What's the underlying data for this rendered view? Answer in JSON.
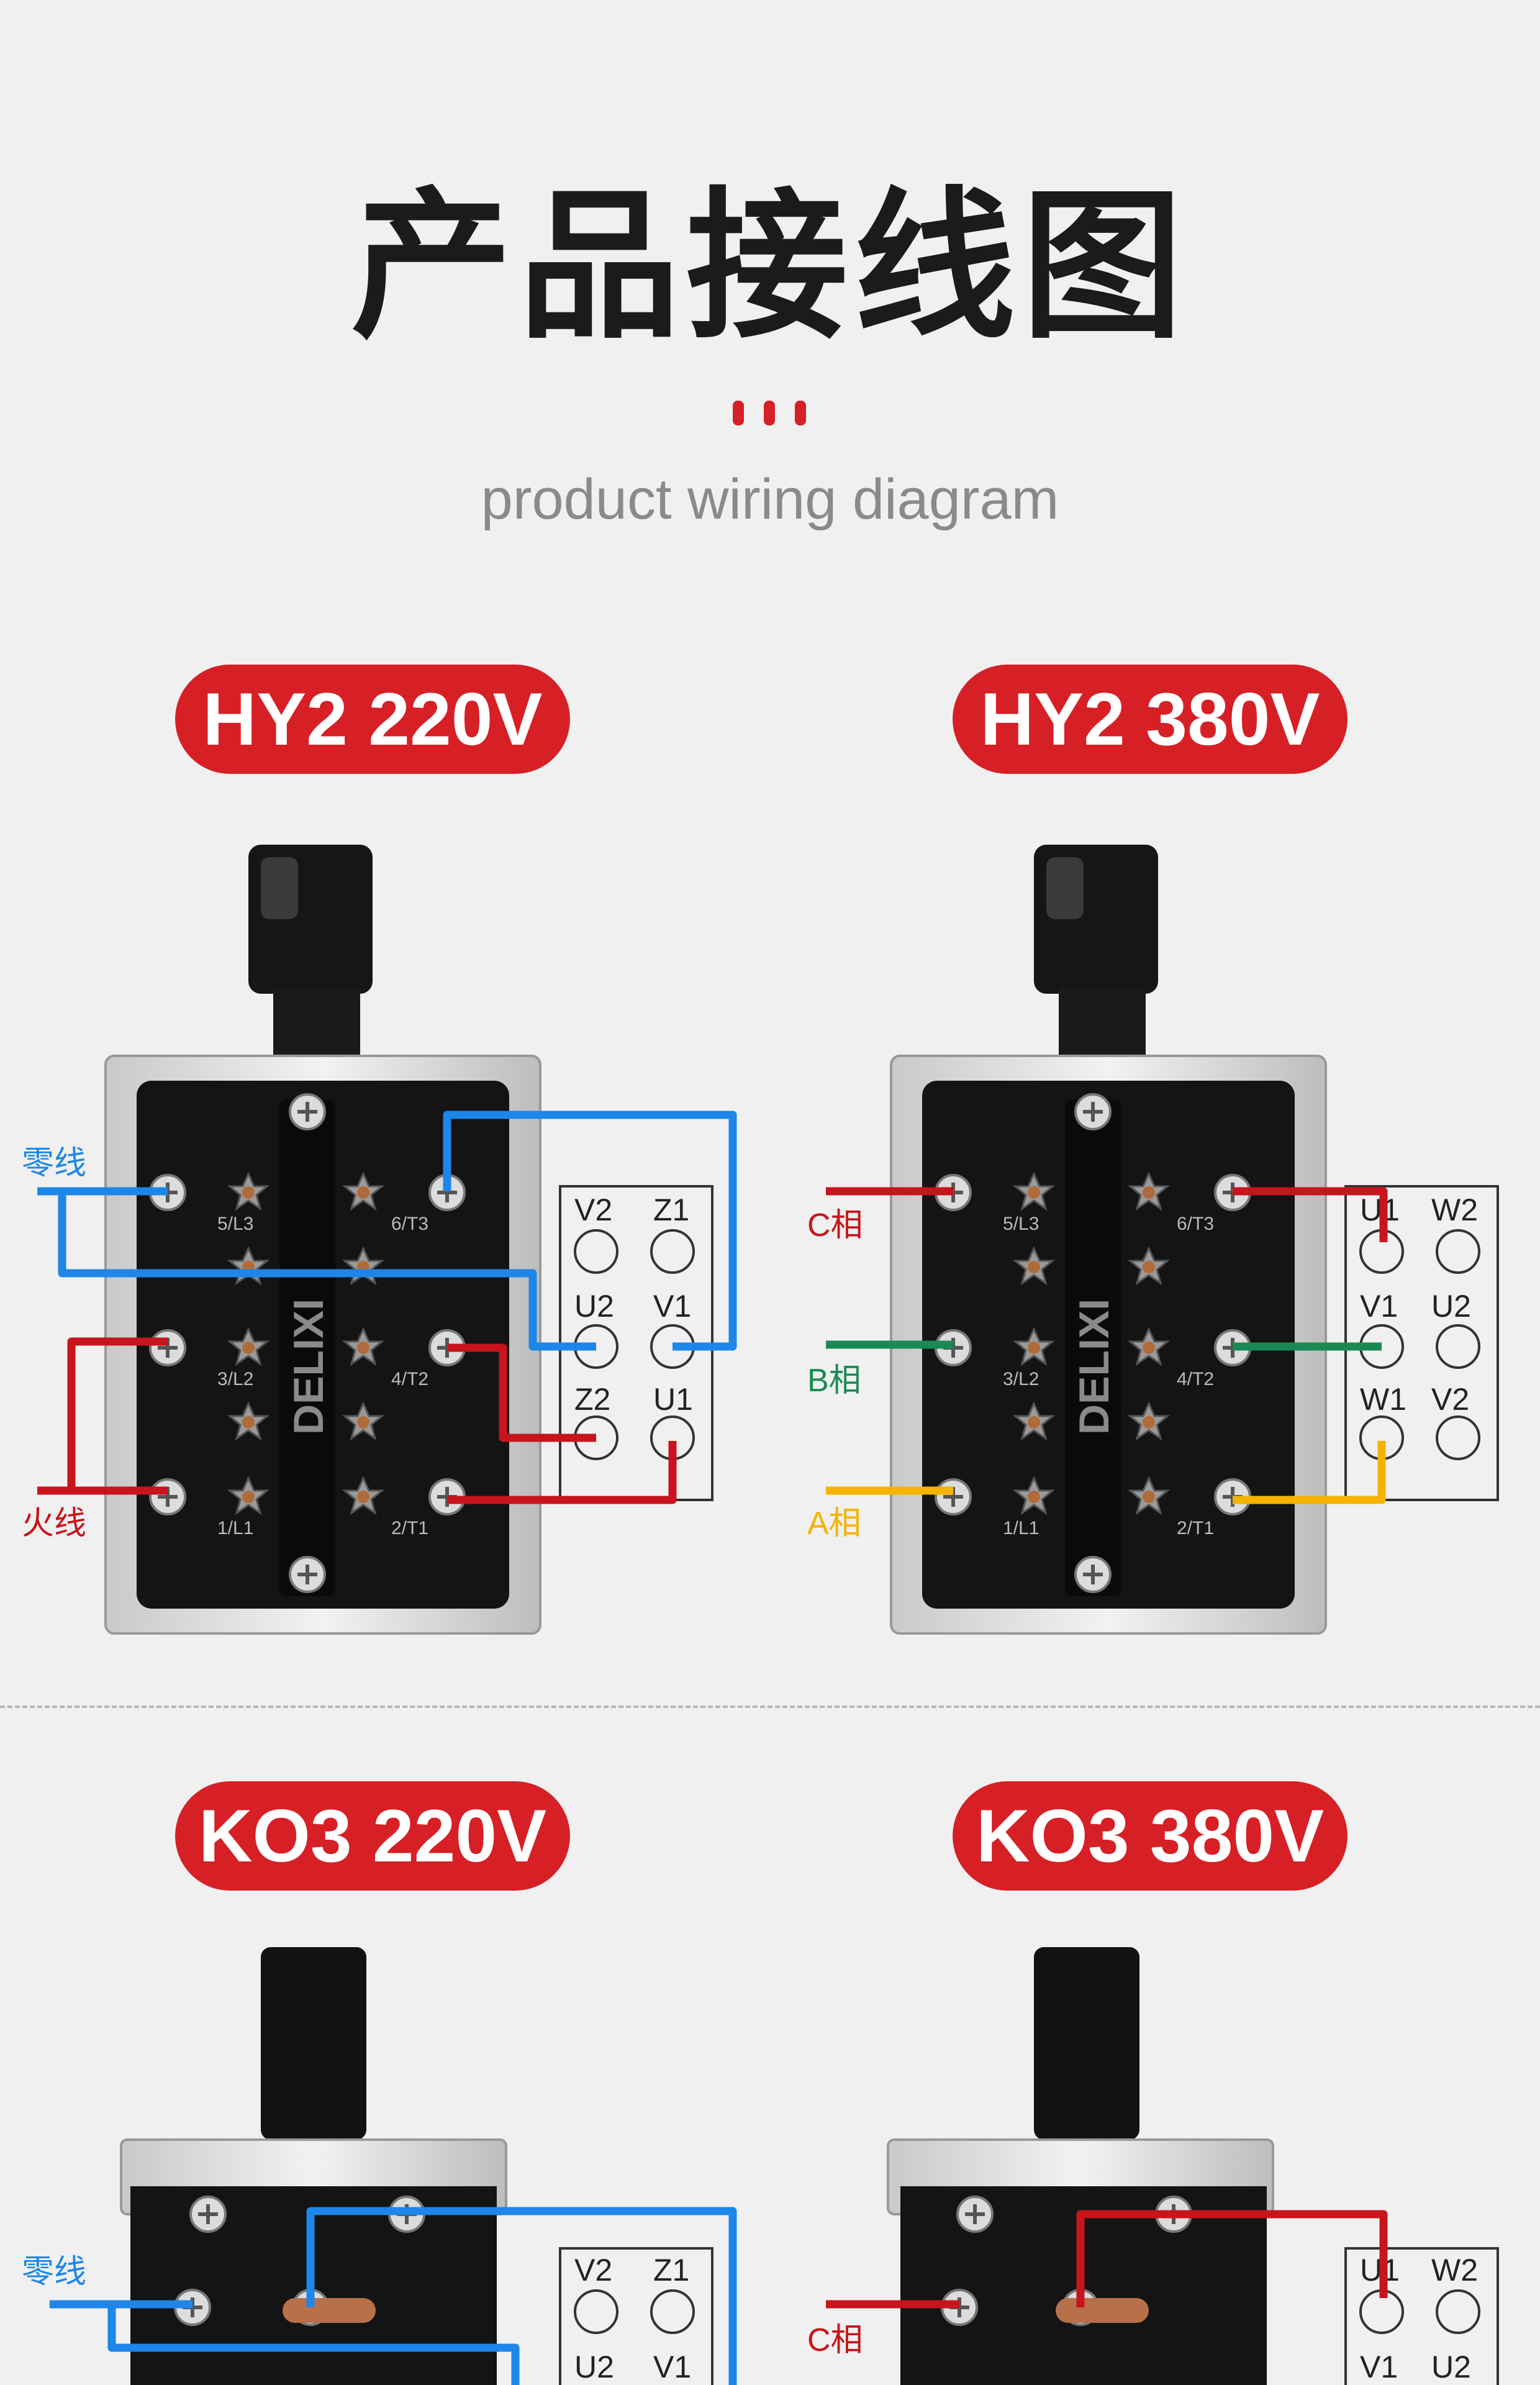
{
  "header": {
    "title": "产品接线图",
    "subtitle": "product wiring diagram"
  },
  "panels": [
    {
      "pill": "HY2 220V",
      "brand": "DELIXI",
      "labels": {
        "top": "零线",
        "bottom": "火线"
      },
      "terminals": [
        "V2",
        "Z1",
        "U2",
        "V1",
        "Z2",
        "U1"
      ]
    },
    {
      "pill": "HY2 380V",
      "brand": "DELIXI",
      "labels": {
        "c": "C相",
        "b": "B相",
        "a": "A相"
      },
      "terminals": [
        "U1",
        "W2",
        "V1",
        "U2",
        "W1",
        "V2"
      ]
    },
    {
      "pill": "KO3 220V",
      "labels": {
        "top": "零线"
      },
      "terminals": [
        "V2",
        "Z1",
        "U2",
        "V1"
      ]
    },
    {
      "pill": "KO3 380V",
      "labels": {
        "c": "C相"
      },
      "terminals": [
        "U1",
        "W2",
        "V1",
        "U2"
      ]
    }
  ],
  "switch_terms": [
    "5/L3",
    "6/T3",
    "3/L2",
    "4/T2",
    "1/L1",
    "2/T1"
  ],
  "colors": {
    "accent": "#d62026",
    "blue": "#1e86e8",
    "red": "#c8141c",
    "green": "#1a8a55",
    "yellow": "#f5b300"
  }
}
